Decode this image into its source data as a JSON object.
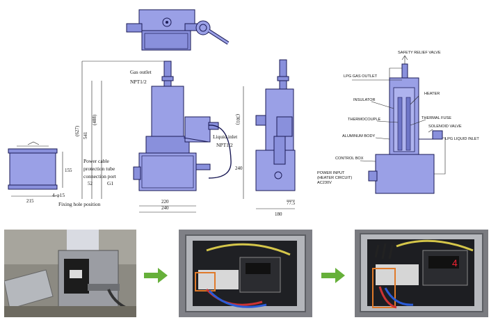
{
  "drawing": {
    "front_labels": {
      "gas_outlet": "Gas outlet",
      "gas_outlet_thread": "NPT1/2",
      "liquid_inlet": "Liquid inlet",
      "liquid_inlet_thread": "NPT1/2",
      "power_cable": "Power cable",
      "protection_tube": "protection tube",
      "connection_port": "connection port",
      "g1": "G1",
      "fixing_holes": "4-φ15",
      "fixing_hole_position": "Fixing hole position"
    },
    "dimensions": {
      "d627": "(627)",
      "d488": "(488)",
      "d541": "541",
      "d301": "(301)",
      "d240v": "240",
      "d52": "52",
      "d155": "155",
      "d215": "215",
      "d220": "220",
      "d240h": "240",
      "d77_5": "77.5",
      "d180": "180"
    },
    "schematic_labels": {
      "safety_relief_valve": "SAFETY RELIEF VALVE",
      "lpg_gas_outlet": "LPG GAS OUTLET",
      "insulator": "INSULATOR",
      "heater": "HEATER",
      "thermocouple": "THERMOCOUPLE",
      "thermal_fuse": "THERMAL FUSE",
      "solenoid_valve": "SOLENOID VALVE",
      "aluminum_body": "ALUMINUM BODY",
      "lpg_liquid_inlet": "LPG LIQUID INLET",
      "control_box": "CONTROL BOX",
      "power_input": "POWER INPUT",
      "heater_circuit": "(HEATER CIRCUIT)",
      "voltage": "AC230V"
    }
  },
  "photos": [
    {
      "name": "unit-on-site-photo"
    },
    {
      "name": "control-box-opened-photo"
    },
    {
      "name": "terminal-block-photo",
      "display_value": "4"
    }
  ],
  "colors": {
    "body": "#9aa0e6",
    "outline": "#1a1a55",
    "arrow": "#66b03a",
    "highlight": "#e07a2a"
  }
}
